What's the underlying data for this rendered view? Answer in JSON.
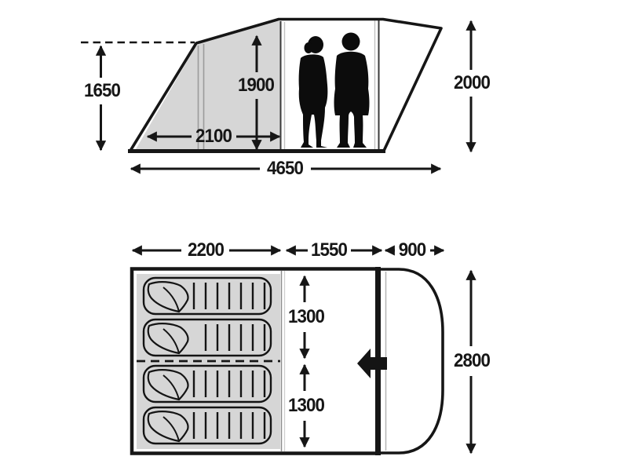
{
  "page": {
    "title": "Tent dimensions diagram",
    "background_color": "#ffffff",
    "line_color": "#161616",
    "shade_color": "#d6d6d6"
  },
  "side_view": {
    "description": "side elevation of tent with two person silhouettes standing in doorway",
    "dims": {
      "awning_height": "1650",
      "inner_height": "1900",
      "awning_width": "2100",
      "total_length": "4650",
      "cabin_height": "2000"
    }
  },
  "floor_plan": {
    "description": "top-down floor plan with four sleeping bags, inner divider and rounded canopy porch with entrance arrow",
    "sleeping_bag_count": 4,
    "dims": {
      "bedroom_section": "2200",
      "living_section": "1550",
      "canopy_depth": "900",
      "bedroom_a": "1300",
      "bedroom_b": "1300",
      "overall_width": "2800"
    }
  }
}
